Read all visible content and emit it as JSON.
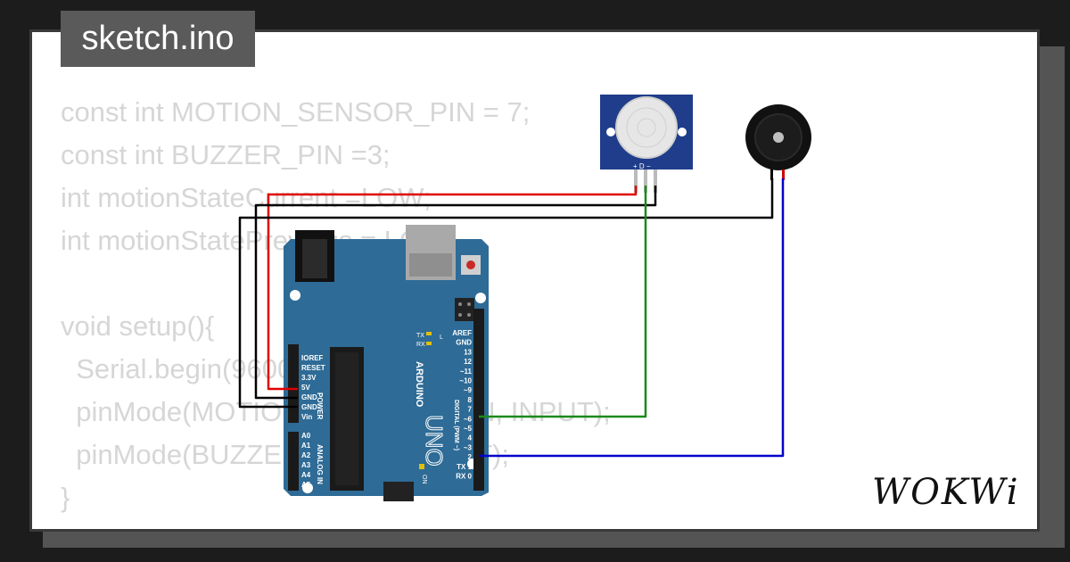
{
  "tab": {
    "title": "sketch.ino"
  },
  "code": {
    "lines": [
      "const int MOTION_SENSOR_PIN = 7;",
      "const int BUZZER_PIN =3;",
      "int motionStateCurrent =LOW;",
      "int motionStatePrevious = LOW;",
      "",
      "void setup(){",
      "  Serial.begin(9600);",
      "  pinMode(MOTION_SENSOR_PIN, INPUT);",
      "  pinMode(BUZZER_PIN, OUTPUT);",
      "}"
    ]
  },
  "arduino": {
    "brand": "ARDUINO",
    "model": "UNO",
    "power_label": "POWER",
    "analog_label": "ANALOG IN",
    "digital_label": "DIGITAL (PWM ~)",
    "on_label": "ON",
    "tx": "TX",
    "rx": "RX",
    "l": "L",
    "power_pins": [
      "IOREF",
      "RESET",
      "3.3V",
      "5V",
      "GND",
      "GND",
      "Vin"
    ],
    "analog_pins": [
      "A0",
      "A1",
      "A2",
      "A3",
      "A4",
      "A5"
    ],
    "digital_pins": [
      "AREF",
      "GND",
      "13",
      "12",
      "~11",
      "~10",
      "~9",
      "8",
      "7",
      "~6",
      "~5",
      "4",
      "~3",
      "2",
      "TX 1",
      "RX 0"
    ]
  },
  "pir_sensor": {
    "pin_labels": "+ D −"
  },
  "wires": {
    "power": "#e00000",
    "ground": "#000000",
    "signal_motion": "#1a8a1a",
    "signal_buzzer": "#0000cc"
  },
  "colors": {
    "board": "#2e6b96",
    "pcb_sensor": "#1f3d8a",
    "background": "#1c1c1c"
  },
  "branding": {
    "logo": "WOKWi"
  }
}
